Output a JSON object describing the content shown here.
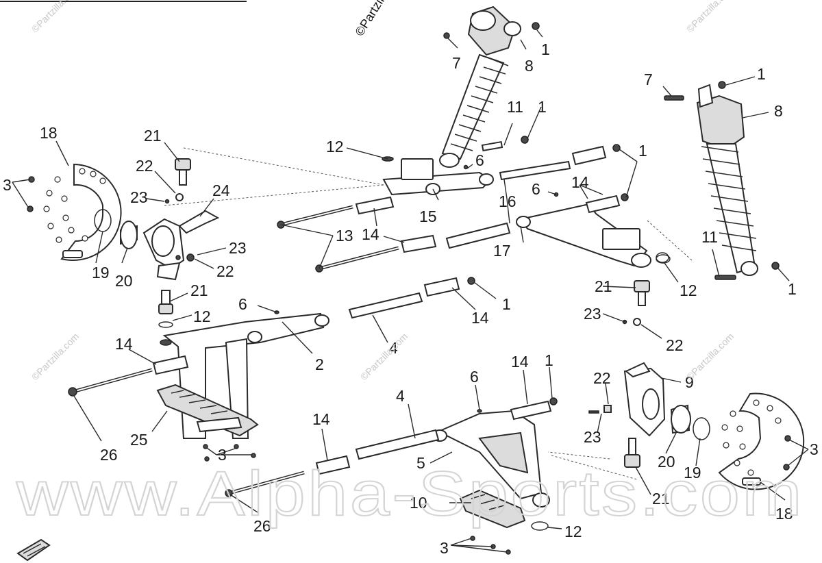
{
  "watermarks": {
    "top_copyright": "©Partzilla",
    "repeat": "©Partzilla.com",
    "site": "www.Alpha-Sports.com"
  },
  "callouts": {
    "c1a": "1",
    "c1b": "1",
    "c1c": "1",
    "c1d": "1",
    "c1e": "1",
    "c1f": "1",
    "c1g": "1",
    "c2": "2",
    "c3a": "3",
    "c3b": "3",
    "c3c": "3",
    "c3d": "3",
    "c4a": "4",
    "c4b": "4",
    "c5": "5",
    "c6a": "6",
    "c6b": "6",
    "c6c": "6",
    "c6d": "6",
    "c7a": "7",
    "c7b": "7",
    "c8a": "8",
    "c8b": "8",
    "c9": "9",
    "c10": "10",
    "c11a": "11",
    "c11b": "11",
    "c12a": "12",
    "c12b": "12",
    "c12c": "12",
    "c12d": "12",
    "c13": "13",
    "c14a": "14",
    "c14b": "14",
    "c14c": "14",
    "c14d": "14",
    "c14e": "14",
    "c14f": "14",
    "c15": "15",
    "c16": "16",
    "c17": "17",
    "c18a": "18",
    "c18b": "18",
    "c19a": "19",
    "c19b": "19",
    "c20a": "20",
    "c20b": "20",
    "c21a": "21",
    "c21b": "21",
    "c21c": "21",
    "c21d": "21",
    "c22a": "22",
    "c22b": "22",
    "c22c": "22",
    "c22d": "22",
    "c23a": "23",
    "c23b": "23",
    "c23c": "23",
    "c23d": "23",
    "c24": "24",
    "c25": "25",
    "c26a": "26",
    "c26b": "26"
  }
}
